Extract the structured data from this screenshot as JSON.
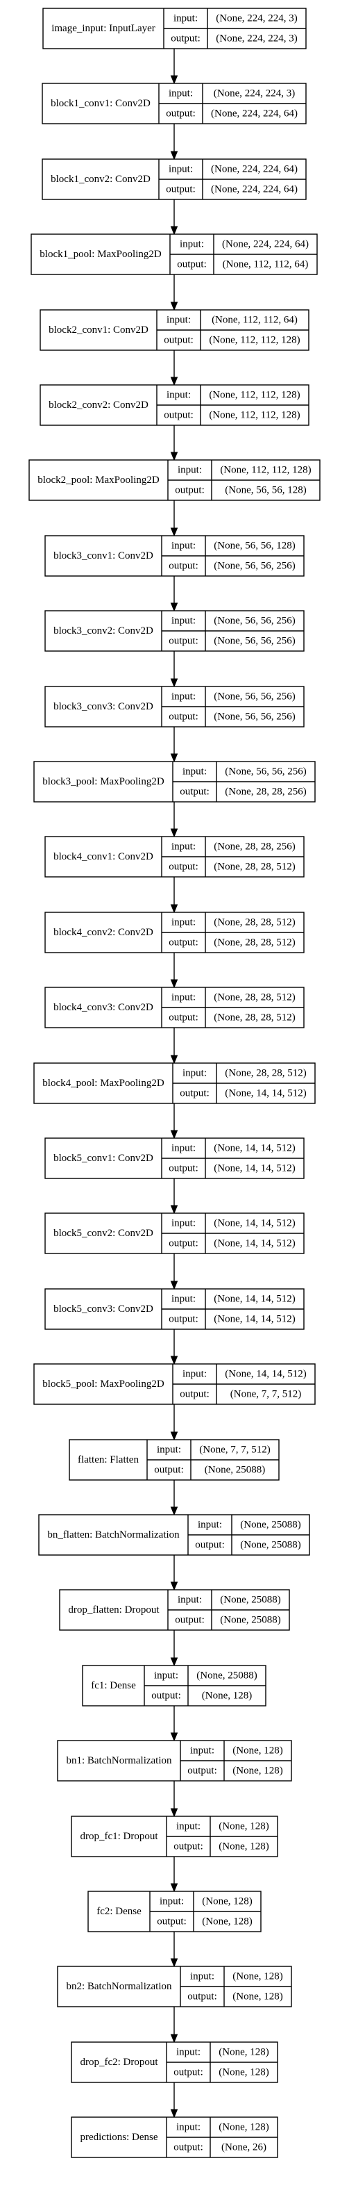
{
  "layers": [
    {
      "label": "image_input: InputLayer",
      "input_label": "input:",
      "input": "(None, 224, 224, 3)",
      "output_label": "output:",
      "output": "(None, 224, 224, 3)"
    },
    {
      "label": "block1_conv1: Conv2D",
      "input_label": "input:",
      "input": "(None, 224, 224, 3)",
      "output_label": "output:",
      "output": "(None, 224, 224, 64)"
    },
    {
      "label": "block1_conv2: Conv2D",
      "input_label": "input:",
      "input": "(None, 224, 224, 64)",
      "output_label": "output:",
      "output": "(None, 224, 224, 64)"
    },
    {
      "label": "block1_pool: MaxPooling2D",
      "input_label": "input:",
      "input": "(None, 224, 224, 64)",
      "output_label": "output:",
      "output": "(None, 112, 112, 64)"
    },
    {
      "label": "block2_conv1: Conv2D",
      "input_label": "input:",
      "input": "(None, 112, 112, 64)",
      "output_label": "output:",
      "output": "(None, 112, 112, 128)"
    },
    {
      "label": "block2_conv2: Conv2D",
      "input_label": "input:",
      "input": "(None, 112, 112, 128)",
      "output_label": "output:",
      "output": "(None, 112, 112, 128)"
    },
    {
      "label": "block2_pool: MaxPooling2D",
      "input_label": "input:",
      "input": "(None, 112, 112, 128)",
      "output_label": "output:",
      "output": "(None, 56, 56, 128)"
    },
    {
      "label": "block3_conv1: Conv2D",
      "input_label": "input:",
      "input": "(None, 56, 56, 128)",
      "output_label": "output:",
      "output": "(None, 56, 56, 256)"
    },
    {
      "label": "block3_conv2: Conv2D",
      "input_label": "input:",
      "input": "(None, 56, 56, 256)",
      "output_label": "output:",
      "output": "(None, 56, 56, 256)"
    },
    {
      "label": "block3_conv3: Conv2D",
      "input_label": "input:",
      "input": "(None, 56, 56, 256)",
      "output_label": "output:",
      "output": "(None, 56, 56, 256)"
    },
    {
      "label": "block3_pool: MaxPooling2D",
      "input_label": "input:",
      "input": "(None, 56, 56, 256)",
      "output_label": "output:",
      "output": "(None, 28, 28, 256)"
    },
    {
      "label": "block4_conv1: Conv2D",
      "input_label": "input:",
      "input": "(None, 28, 28, 256)",
      "output_label": "output:",
      "output": "(None, 28, 28, 512)"
    },
    {
      "label": "block4_conv2: Conv2D",
      "input_label": "input:",
      "input": "(None, 28, 28, 512)",
      "output_label": "output:",
      "output": "(None, 28, 28, 512)"
    },
    {
      "label": "block4_conv3: Conv2D",
      "input_label": "input:",
      "input": "(None, 28, 28, 512)",
      "output_label": "output:",
      "output": "(None, 28, 28, 512)"
    },
    {
      "label": "block4_pool: MaxPooling2D",
      "input_label": "input:",
      "input": "(None, 28, 28, 512)",
      "output_label": "output:",
      "output": "(None, 14, 14, 512)"
    },
    {
      "label": "block5_conv1: Conv2D",
      "input_label": "input:",
      "input": "(None, 14, 14, 512)",
      "output_label": "output:",
      "output": "(None, 14, 14, 512)"
    },
    {
      "label": "block5_conv2: Conv2D",
      "input_label": "input:",
      "input": "(None, 14, 14, 512)",
      "output_label": "output:",
      "output": "(None, 14, 14, 512)"
    },
    {
      "label": "block5_conv3: Conv2D",
      "input_label": "input:",
      "input": "(None, 14, 14, 512)",
      "output_label": "output:",
      "output": "(None, 14, 14, 512)"
    },
    {
      "label": "block5_pool: MaxPooling2D",
      "input_label": "input:",
      "input": "(None, 14, 14, 512)",
      "output_label": "output:",
      "output": "(None, 7, 7, 512)"
    },
    {
      "label": "flatten: Flatten",
      "input_label": "input:",
      "input": "(None, 7, 7, 512)",
      "output_label": "output:",
      "output": "(None, 25088)"
    },
    {
      "label": "bn_flatten: BatchNormalization",
      "input_label": "input:",
      "input": "(None, 25088)",
      "output_label": "output:",
      "output": "(None, 25088)"
    },
    {
      "label": "drop_flatten: Dropout",
      "input_label": "input:",
      "input": "(None, 25088)",
      "output_label": "output:",
      "output": "(None, 25088)"
    },
    {
      "label": "fc1: Dense",
      "input_label": "input:",
      "input": "(None, 25088)",
      "output_label": "output:",
      "output": "(None, 128)"
    },
    {
      "label": "bn1: BatchNormalization",
      "input_label": "input:",
      "input": "(None, 128)",
      "output_label": "output:",
      "output": "(None, 128)"
    },
    {
      "label": "drop_fc1: Dropout",
      "input_label": "input:",
      "input": "(None, 128)",
      "output_label": "output:",
      "output": "(None, 128)"
    },
    {
      "label": "fc2: Dense",
      "input_label": "input:",
      "input": "(None, 128)",
      "output_label": "output:",
      "output": "(None, 128)"
    },
    {
      "label": "bn2: BatchNormalization",
      "input_label": "input:",
      "input": "(None, 128)",
      "output_label": "output:",
      "output": "(None, 128)"
    },
    {
      "label": "drop_fc2: Dropout",
      "input_label": "input:",
      "input": "(None, 128)",
      "output_label": "output:",
      "output": "(None, 128)"
    },
    {
      "label": "predictions: Dense",
      "input_label": "input:",
      "input": "(None, 128)",
      "output_label": "output:",
      "output": "(None, 26)"
    }
  ]
}
